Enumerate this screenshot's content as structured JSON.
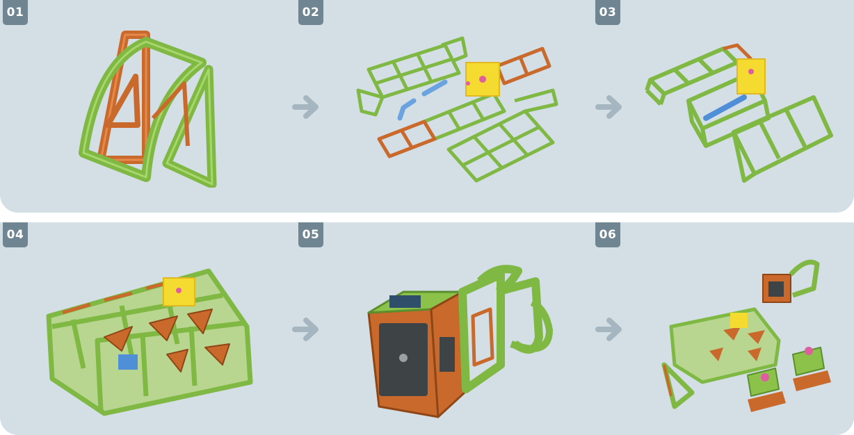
{
  "steps": [
    {
      "number": "01",
      "image": "step-01-model"
    },
    {
      "number": "02",
      "image": "step-02-parts"
    },
    {
      "number": "03",
      "image": "step-03-assembly"
    },
    {
      "number": "04",
      "image": "step-04-body"
    },
    {
      "number": "05",
      "image": "step-05-head"
    },
    {
      "number": "06",
      "image": "step-06-final"
    }
  ],
  "colors": {
    "panel": "#d3dee5",
    "badge": "#6f8592",
    "arrow": "#a6b6c0",
    "green": "#8cc14a",
    "green_dark": "#5a8f2e",
    "orange": "#c96a2c",
    "yellow": "#f5da30",
    "pink": "#e05da0",
    "blue": "#6aa3e0",
    "dark_panel": "#3e4346"
  },
  "icons": {
    "arrow": "arrow-right-icon"
  }
}
